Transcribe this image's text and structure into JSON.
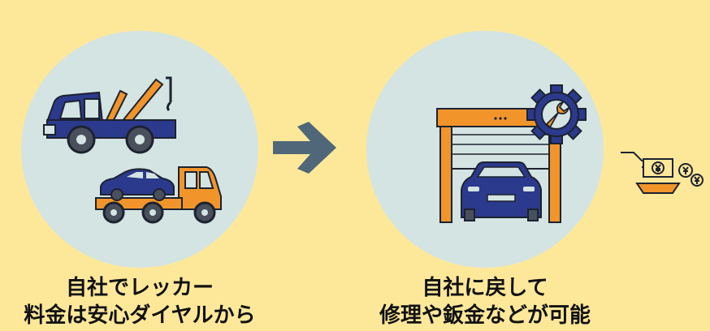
{
  "panels": [
    {
      "caption_line1": "自社でレッカー",
      "caption_line2": "料金は安心ダイヤルから"
    },
    {
      "caption_line1": "自社に戻して",
      "caption_line2": "修理や鈑金などが可能"
    }
  ],
  "colors": {
    "background": "#fde89a",
    "circle": "#d3e4e2",
    "navy": "#2b3a8c",
    "orange": "#f1952a",
    "arrow": "#4f6778",
    "outline": "#1d2230"
  },
  "icons": [
    "tow-truck-icon",
    "car-carrier-truck-icon",
    "arrow-right-icon",
    "garage-icon",
    "gear-wrench-icon",
    "yen-payment-icon"
  ]
}
